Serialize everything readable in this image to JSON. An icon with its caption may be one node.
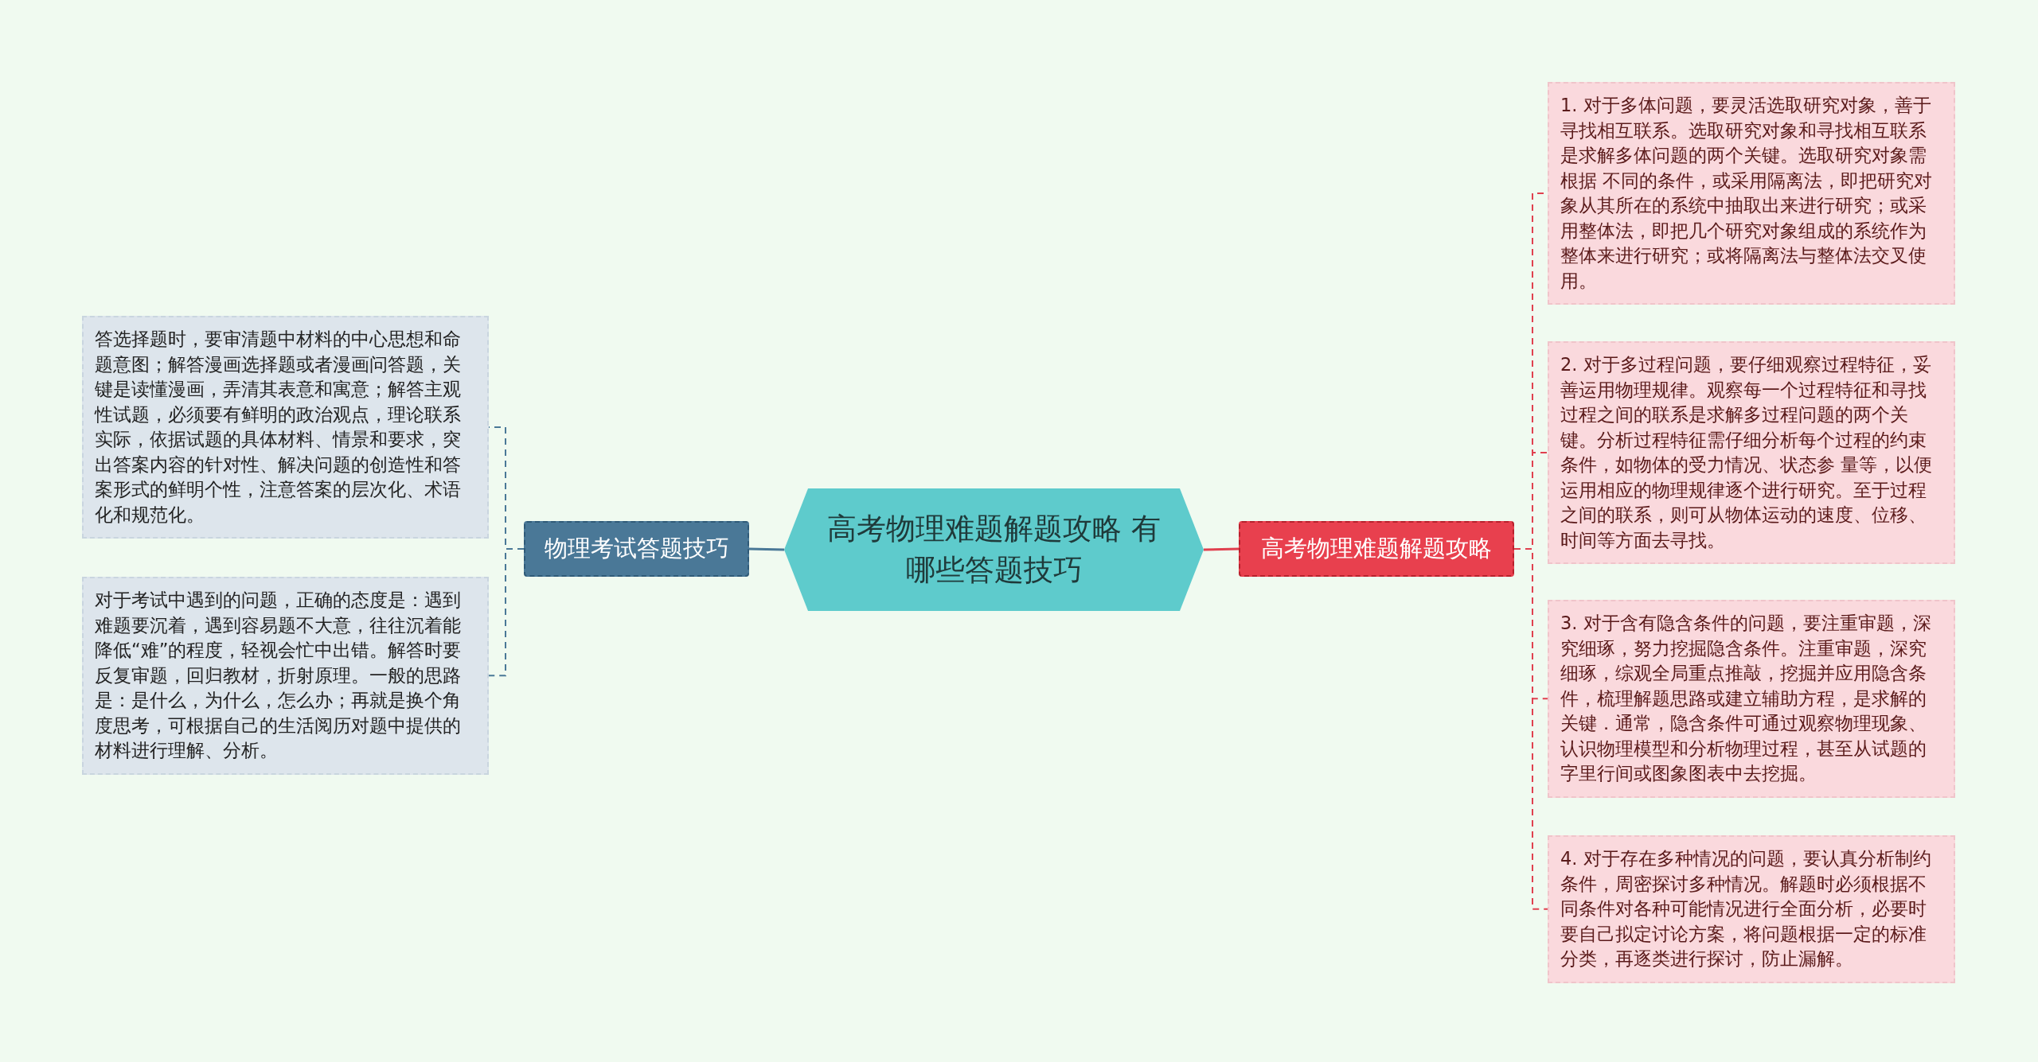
{
  "diagram": {
    "nodes": [
      {
        "text": [
          "高考物理难题解题攻略 有哪些答题技巧"
        ]
      },
      {
        "text": [
          "物理考试答题技巧"
        ]
      },
      {
        "text": [
          "答选择题时，要审清题中材料的中心思想和命题意图；解答漫画选择题或者漫画问答题，关键是读懂漫画，弄清其表意和寓意；解答主观性试题，必须要有鲜明的政治观点，理论联系实际，依据试题的具体材料、情景和要求，突出答案内容的针对性、解决问题的创造性和答案形式的鲜明个性，注意答案的层次化、术语化和规范化。"
        ]
      },
      {
        "text": [
          "对于考试中遇到的问题，正确的态度是：遇到难题要沉着，遇到容易题不大意，往往沉着能降低“难”的程度，轻视会忙中出错。解答时要反复审题，回归教材，折射原理。一般的思路是：是什么，为什么，怎么办；再就是换个角度思考，可根据自己的生活阅历对题中提供的材料进行理解、分析。"
        ]
      },
      {
        "text": [
          "高考物理难题解题攻略"
        ]
      },
      {
        "text": [
          "1. 对于多体问题，要灵活选取研究对象，善于寻找相互联系。选取研究对象和寻找相互联系是求解多体问题的两个关键。选取研究对象需根据 不同的条件，或采用隔离法，即把研究对象从其所在的系统中抽取出来进行研究；或采用整体法，即把几个研究对象组成的系统作为整体来进行研究；或将隔离法与整体法交叉使用。"
        ]
      },
      {
        "text": [
          "2. 对于多过程问题，要仔细观察过程特征，妥善运用物理规律。观察每一个过程特征和寻找过程之间的联系是求解多过程问题的两个关键。分析过程特征需仔细分析每个过程的约束条件，如物体的受力情况、状态参 量等，以便运用相应的物理规律逐个进行研究。至于过程之间的联系，则可从物体运动的速度、位移、时间等方面去寻找。"
        ]
      },
      {
        "text": [
          "3. 对于含有隐含条件的问题，要注重审题，深究细琢，努力挖掘隐含条件。注重审题，深究细琢，综观全局重点推敲，挖掘并应用隐含条件，梳理解题思路或建立辅助方程，是求解的关键．通常，隐含条件可通过观察物理现象、认识物理模型和分析物理过程，甚至从试题的字里行间或图象图表中去挖掘。"
        ]
      },
      {
        "text": [
          "4. 对于存在多种情况的问题，要认真分析制约条件，周密探讨多种情况。解题时必须根据不同条件对各种可能情况进行全面分析，必要时要自己拟定讨论方案，将问题根据一定的标准分类，再逐类进行探讨，防止漏解。"
        ]
      }
    ],
    "edges": [
      {
        "from": 0,
        "to": 1,
        "arrow": "none",
        "color": "#4a7897"
      },
      {
        "from": 1,
        "to": 2,
        "arrow": "none",
        "style": "dashed",
        "color": "#4a7897"
      },
      {
        "from": 1,
        "to": 3,
        "arrow": "none",
        "style": "dashed",
        "color": "#4a7897"
      },
      {
        "from": 0,
        "to": 4,
        "arrow": "none"
      },
      {
        "from": 4,
        "to": 5,
        "arrow": "none",
        "style": "dashed"
      },
      {
        "from": 4,
        "to": 6,
        "arrow": "none",
        "style": "dashed"
      },
      {
        "from": 4,
        "to": 7,
        "arrow": "none",
        "style": "dashed"
      },
      {
        "from": 4,
        "to": 8,
        "arrow": "none",
        "style": "dashed"
      }
    ]
  }
}
